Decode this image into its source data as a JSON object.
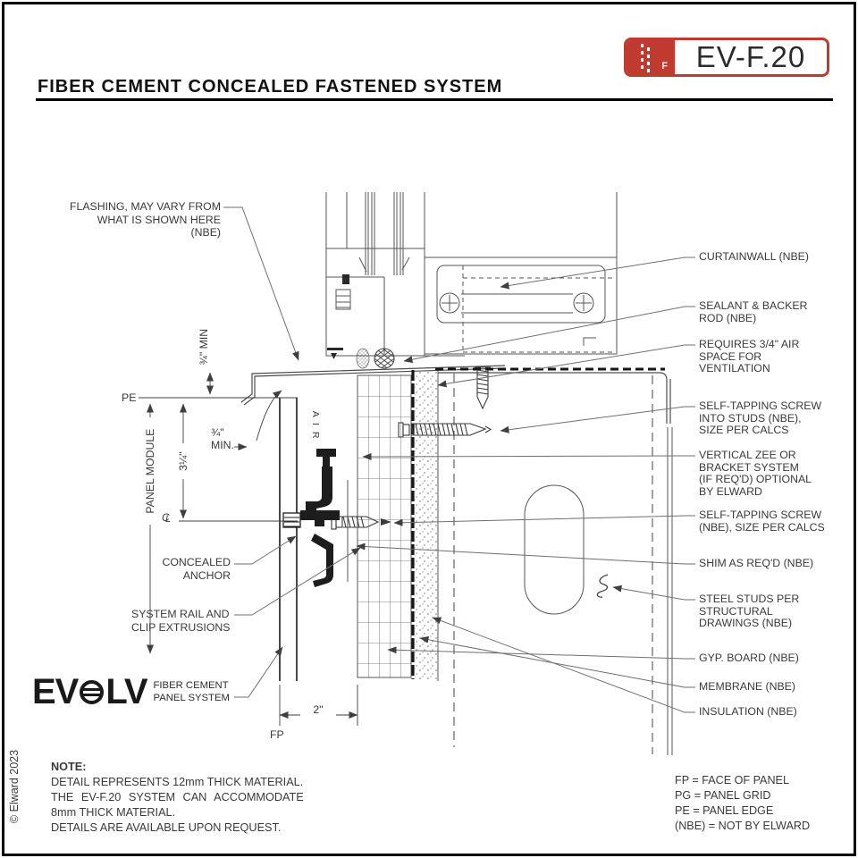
{
  "page": {
    "copyright": "© Elward 2023"
  },
  "header": {
    "badge_code": "EV-F.20",
    "badge_letter": "F",
    "title": "FIBER CEMENT CONCEALED FASTENED SYSTEM",
    "accent_red": "#bf3a2f"
  },
  "logo": {
    "ev": "EV",
    "lv": "LV",
    "tagline": "FIBER CEMENT\nPANEL SYSTEM"
  },
  "callouts_left": {
    "flashing": "FLASHING, MAY VARY FROM\nWHAT IS SHOWN HERE\n(NBE)",
    "concealed_anchor": "CONCEALED\nANCHOR",
    "system_rail": "SYSTEM RAIL AND\nCLIP EXTRUSIONS"
  },
  "callouts_right": [
    {
      "text": "CURTAINWALL (NBE)"
    },
    {
      "text": "SEALANT & BACKER\nROD (NBE)"
    },
    {
      "text": "REQUIRES 3/4\" AIR\nSPACE FOR\nVENTILATION"
    },
    {
      "text": "SELF-TAPPING SCREW\nINTO STUDS (NBE),\nSIZE PER CALCS"
    },
    {
      "text": "VERTICAL ZEE OR\nBRACKET SYSTEM\n(IF REQ'D) OPTIONAL\nBY ELWARD"
    },
    {
      "text": "SELF-TAPPING SCREW\n(NBE), SIZE PER CALCS"
    },
    {
      "text": "SHIM AS REQ'D (NBE)"
    },
    {
      "text": "STEEL STUDS PER\nSTRUCTURAL\nDRAWINGS (NBE)"
    },
    {
      "text": "GYP. BOARD (NBE)"
    },
    {
      "text": "MEMBRANE (NBE)"
    },
    {
      "text": "INSULATION (NBE)"
    }
  ],
  "dimensions": {
    "pe": "PE",
    "fp": "FP",
    "panel_module": "PANEL MODULE",
    "module_height": "3¼\"",
    "edge_min": "¾\" MIN",
    "air_gap": "¾\"\nMIN.",
    "air": "A I R",
    "panel_face_dim": "2\"",
    "cl_c": "C",
    "cl_l": "L"
  },
  "note": {
    "heading": "NOTE:",
    "lines": [
      "DETAIL REPRESENTS 12mm THICK MATERIAL.",
      "THE EV-F.20 SYSTEM CAN ACCOMMODATE",
      "8mm THICK MATERIAL.",
      "DETAILS ARE AVAILABLE UPON REQUEST."
    ]
  },
  "legend": [
    "FP = FACE OF PANEL",
    "PG = PANEL GRID",
    "PE = PANEL EDGE",
    "(NBE) = NOT BY ELWARD"
  ]
}
